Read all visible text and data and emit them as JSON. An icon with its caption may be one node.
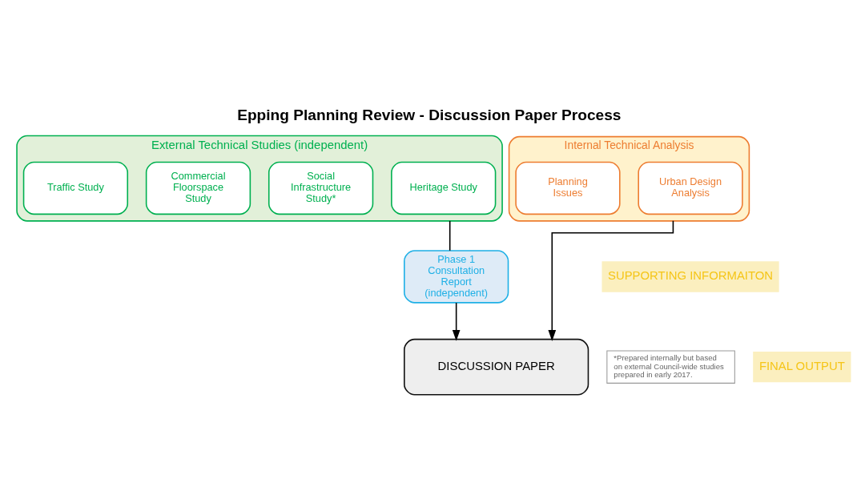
{
  "diagram": {
    "title": "Epping Planning Review - Discussion Paper Process",
    "nodes": [
      {
        "text": [
          "External Technical Studies (independent)"
        ]
      },
      {
        "text": [
          "Heritage Study"
        ],
        "in": 0
      },
      {
        "text": [
          "Social Infrastructure Study*"
        ],
        "in": 0
      },
      {
        "text": [
          "Commercial Floorspace Study"
        ],
        "in": 0
      },
      {
        "text": [
          "Traffic Study"
        ],
        "in": 0
      },
      {
        "text": [
          "Internal Technical Analysis"
        ]
      },
      {
        "text": [
          "Urban Design Analysis"
        ],
        "in": 5
      },
      {
        "text": [
          "Planning Issues"
        ],
        "in": 5
      },
      {
        "text": [
          "Phase 1 Consultation Report (independent)"
        ]
      },
      {
        "text": [
          "DISCUSSION PAPER"
        ]
      },
      {
        "text": [
          "*Prepared internally but based on external Council-wide studies prepared in early 2017."
        ]
      },
      {
        "text": [
          "SUPPORTING INFORMAITON"
        ]
      },
      {
        "text": [
          "FINAL OUTPUT"
        ]
      }
    ],
    "edges": [
      {
        "from": 0,
        "to": 8,
        "arrow": "none"
      },
      {
        "from": 8,
        "to": 9,
        "arrow": "to"
      },
      {
        "from": 5,
        "to": 9,
        "arrow": "to"
      }
    ]
  }
}
